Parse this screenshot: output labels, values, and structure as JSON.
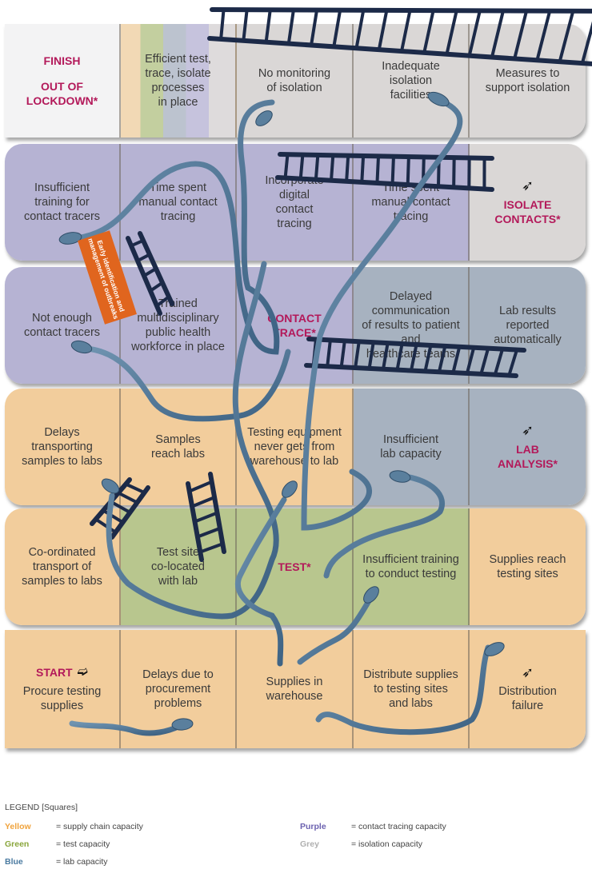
{
  "board": {
    "rows": [
      {
        "cells": [
          {
            "type": "finish",
            "color": "white",
            "label1": "FINISH",
            "label2": "OUT OF\nLOCKDOWN*"
          },
          {
            "type": "text",
            "color": "rainbow",
            "text": "Efficient test,\ntrace, isolate\nprocesses\nin place"
          },
          {
            "type": "text",
            "color": "grey",
            "text": "No monitoring\nof isolation"
          },
          {
            "type": "text",
            "color": "grey",
            "text": "Inadequate\nisolation\nfacilities"
          },
          {
            "type": "text",
            "color": "grey",
            "text": "Measures to\nsupport isolation"
          }
        ]
      },
      {
        "cells": [
          {
            "type": "text",
            "color": "purple",
            "text": "Insufficient\ntraining for\ncontact tracers"
          },
          {
            "type": "text",
            "color": "purple",
            "text": "Time spent\nmanual contact\ntracing"
          },
          {
            "type": "text",
            "color": "purple",
            "text": "Incorporate\ndigital\ncontact\ntracing"
          },
          {
            "type": "text",
            "color": "purple",
            "text": "Time spent\nmanual contact\ntracing"
          },
          {
            "type": "stage",
            "color": "grey",
            "text": "ISOLATE\nCONTACTS*",
            "icon": "dart-arrow-icon"
          }
        ]
      },
      {
        "cells": [
          {
            "type": "text",
            "color": "purple",
            "text": "Not enough\ncontact tracers"
          },
          {
            "type": "text",
            "color": "purple",
            "text": "Trained\nmultidisciplinary\npublic health\nworkforce in place"
          },
          {
            "type": "stage",
            "color": "purple",
            "text": "CONTACT\nTRACE*"
          },
          {
            "type": "text",
            "color": "blue",
            "text": "Delayed communication\nof results to patient and\nhealthcare teams"
          },
          {
            "type": "text",
            "color": "blue",
            "text": "Lab results\nreported\nautomatically"
          }
        ]
      },
      {
        "cells": [
          {
            "type": "text",
            "color": "yellow",
            "text": "Delays\ntransporting\nsamples to labs"
          },
          {
            "type": "text",
            "color": "yellow",
            "text": "Samples\nreach labs"
          },
          {
            "type": "text",
            "color": "yellow",
            "text": "Testing equipment\nnever gets from\nwarehouse to lab"
          },
          {
            "type": "text",
            "color": "blue",
            "text": "Insufficient\nlab capacity"
          },
          {
            "type": "stage",
            "color": "blue",
            "text": "LAB\nANALYSIS*",
            "icon": "dart-arrow-icon"
          }
        ]
      },
      {
        "cells": [
          {
            "type": "text",
            "color": "yellow",
            "text": "Co-ordinated\ntransport of\nsamples to labs"
          },
          {
            "type": "text",
            "color": "green",
            "text": "Test site\nco-located\nwith lab"
          },
          {
            "type": "stage",
            "color": "green",
            "text": "TEST*"
          },
          {
            "type": "text",
            "color": "green",
            "text": "Insufficient training\nto conduct testing"
          },
          {
            "type": "text",
            "color": "yellow",
            "text": "Supplies reach\ntesting sites"
          }
        ]
      },
      {
        "cells": [
          {
            "type": "start",
            "color": "yellow",
            "label": "START",
            "text": "Procure testing\nsupplies",
            "icon": "start-arrow-icon"
          },
          {
            "type": "text",
            "color": "yellow",
            "text": "Delays due to\nprocurement\nproblems"
          },
          {
            "type": "text",
            "color": "yellow",
            "text": "Supplies in\nwarehouse"
          },
          {
            "type": "text",
            "color": "yellow",
            "text": "Distribute supplies\nto testing sites\nand labs"
          },
          {
            "type": "text",
            "color": "yellow",
            "text": "Distribution\nfailure",
            "icon": "dart-arrow-icon"
          }
        ]
      }
    ],
    "banner": "Early identification\nand management\nof outbreaks"
  },
  "colors": {
    "accent": "#b3195a",
    "yellow": "#f2cd9c",
    "green": "#b8c68e",
    "blue": "#a7b2c0",
    "purple": "#b6b3d3",
    "grey": "#dad7d6",
    "snake": "#4f7595",
    "ladder": "#1c2a48",
    "banner": "#e0651e"
  },
  "legend": {
    "title": "LEGEND [Squares]",
    "items": [
      {
        "key": "Yellow",
        "value": "= supply chain capacity",
        "color": "#f0a33c"
      },
      {
        "key": "Green",
        "value": "= test capacity",
        "color": "#8aa63c"
      },
      {
        "key": "Blue",
        "value": "= lab capacity",
        "color": "#4a7aa0"
      },
      {
        "key": "Purple",
        "value": "= contact tracing capacity",
        "color": "#6c62b0"
      },
      {
        "key": "Grey",
        "value": "= isolation capacity",
        "color": "#b0b0b0"
      }
    ]
  }
}
